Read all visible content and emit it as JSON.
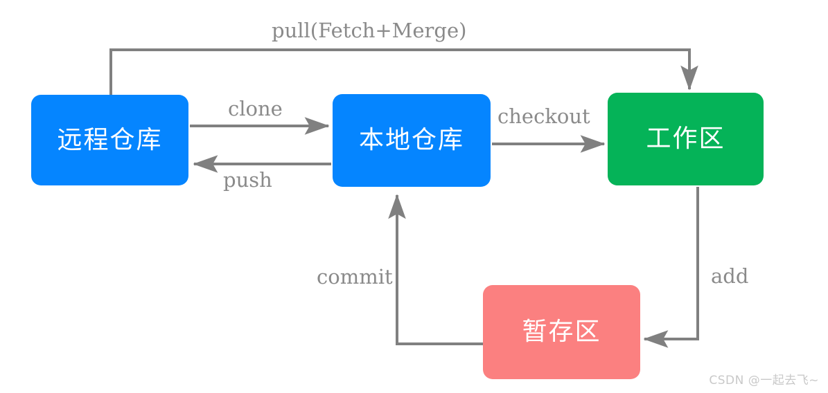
{
  "diagram": {
    "title": "Git workflow diagram",
    "background": "#ffffff",
    "line_color": "#808080",
    "label_color": "#8a8a8a",
    "nodes": [
      {
        "id": "remote",
        "label": "远程仓库",
        "color": "#0585ff",
        "text_color": "#ffffff"
      },
      {
        "id": "local",
        "label": "本地仓库",
        "color": "#0585ff",
        "text_color": "#ffffff"
      },
      {
        "id": "work",
        "label": "工作区",
        "color": "#05b358",
        "text_color": "#ffffff"
      },
      {
        "id": "staging",
        "label": "暂存区",
        "color": "#fb8080",
        "text_color": "#ffffff"
      }
    ],
    "edges": [
      {
        "id": "pull",
        "label": "pull(Fetch+Merge)",
        "from": "remote",
        "to": "work"
      },
      {
        "id": "clone",
        "label": "clone",
        "from": "remote",
        "to": "local"
      },
      {
        "id": "push",
        "label": "push",
        "from": "local",
        "to": "remote"
      },
      {
        "id": "checkout",
        "label": "checkout",
        "from": "local",
        "to": "work"
      },
      {
        "id": "commit",
        "label": "commit",
        "from": "staging",
        "to": "local"
      },
      {
        "id": "add",
        "label": "add",
        "from": "work",
        "to": "staging"
      }
    ]
  },
  "watermark": {
    "text": "CSDN @一起去飞~"
  }
}
